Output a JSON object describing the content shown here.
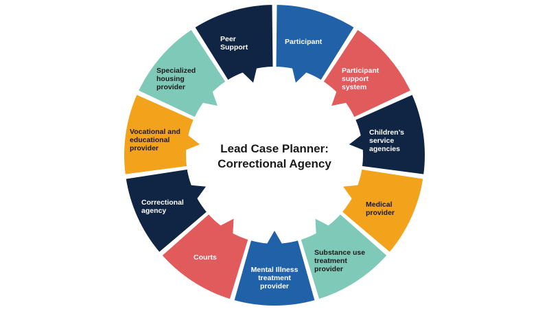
{
  "center": {
    "title": "Lead Case Planner:\nCorrectional Agency"
  },
  "segments": [
    {
      "label": "Participant",
      "color": "#2161a8",
      "text_color": "#ffffff"
    },
    {
      "label": "Participant\nsupport\nsystem",
      "color": "#e15a5c",
      "text_color": "#ffffff"
    },
    {
      "label": "Children’s\nservice\nagencies",
      "color": "#102544",
      "text_color": "#ffffff"
    },
    {
      "label": "Medical\nprovider",
      "color": "#f2a31b",
      "text_color": "#1a1a1a"
    },
    {
      "label": "Substance use\ntreatment\nprovider",
      "color": "#7fc9b9",
      "text_color": "#1a1a1a"
    },
    {
      "label": "Mental Illness\ntreatment\nprovider",
      "color": "#2161a8",
      "text_color": "#ffffff"
    },
    {
      "label": "Courts",
      "color": "#e15a5c",
      "text_color": "#ffffff"
    },
    {
      "label": "Correctional\nagency",
      "color": "#102544",
      "text_color": "#ffffff"
    },
    {
      "label": "Vocational and\neducational\nprovider",
      "color": "#f2a31b",
      "text_color": "#1a1a1a"
    },
    {
      "label": "Specialized\nhousing\nprovider",
      "color": "#7fc9b9",
      "text_color": "#1a1a1a"
    },
    {
      "label": "Peer\nSupport",
      "color": "#102544",
      "text_color": "#ffffff"
    }
  ]
}
